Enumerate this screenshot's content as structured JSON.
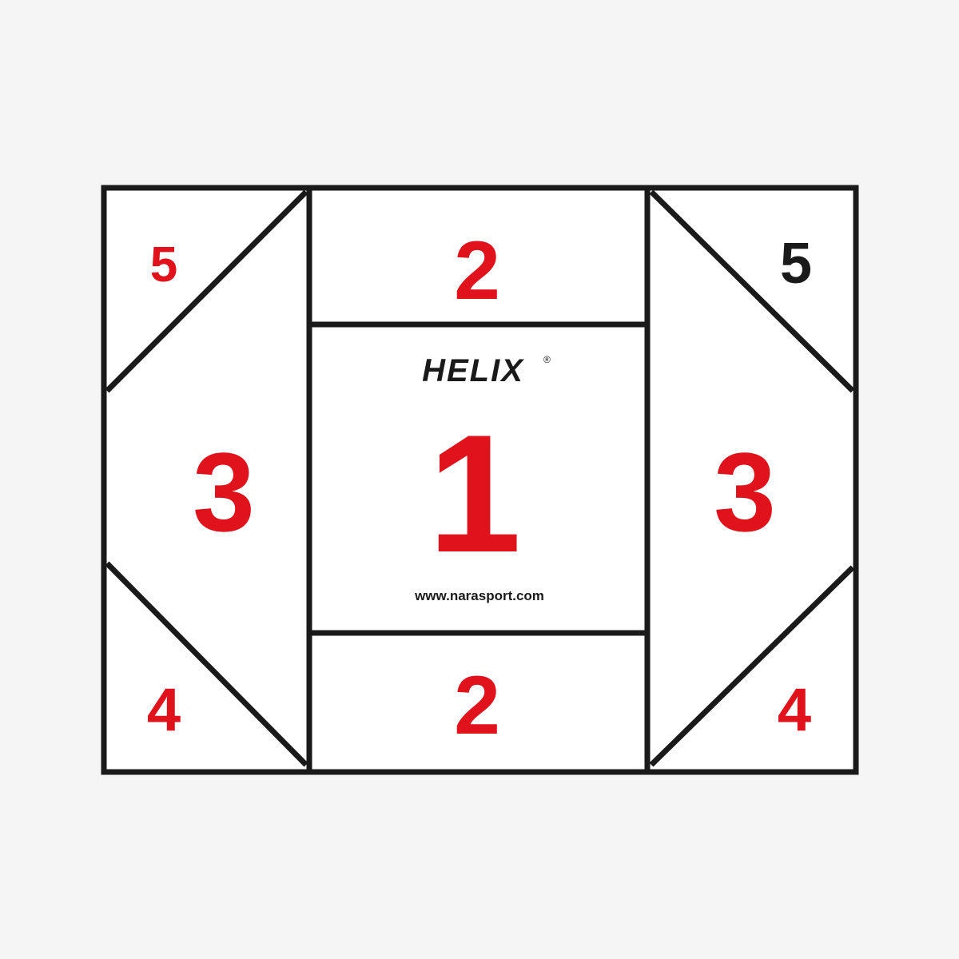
{
  "board": {
    "colors": {
      "background": "#f5f5f5",
      "panel": "#ffffff",
      "line": "#1a1a1a",
      "number_red": "#e0121b",
      "number_black": "#1a1a1a"
    },
    "zones": {
      "center": "1",
      "top_middle": "2",
      "bottom_middle": "2",
      "left_middle": "3",
      "right_middle": "3",
      "left_bottom_corner": "4",
      "right_bottom_corner": "4",
      "left_top_corner": "5",
      "right_top_corner": "5"
    },
    "brand": {
      "logo": "HELIX",
      "registered_mark": "®",
      "website": "www.narasport.com"
    }
  }
}
